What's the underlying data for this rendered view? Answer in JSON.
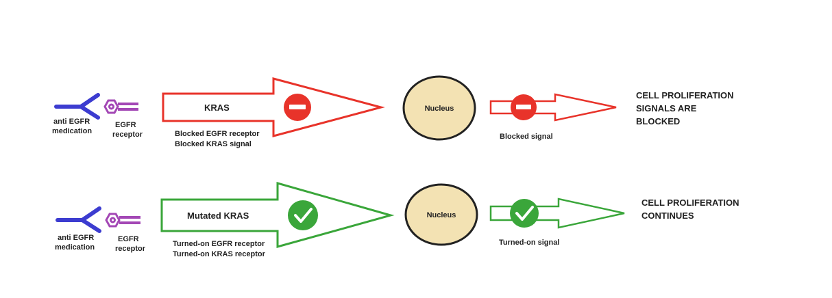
{
  "colors": {
    "blocked": "#e8332a",
    "active": "#3aa63a",
    "antibody": "#3c3cd0",
    "receptor": "#a347b5",
    "nucleus_fill": "#f3e2b3",
    "nucleus_stroke": "#222222"
  },
  "rows": [
    {
      "id": "blocked",
      "medication_label": [
        "anti EGFR",
        "medication"
      ],
      "receptor_label": [
        "EGFR",
        "receptor"
      ],
      "arrow_label": "KRAS",
      "arrow_notes": [
        "Blocked EGFR receptor",
        "Blocked KRAS signal"
      ],
      "arrow_symbol": "minus-icon",
      "nucleus_label": "Nucleus",
      "signal_label": "Blocked signal",
      "signal_symbol": "minus-icon",
      "outcome_lines": [
        "CELL PROLIFERATION",
        "SIGNALS ARE",
        "BLOCKED"
      ]
    },
    {
      "id": "active",
      "medication_label": [
        "anti EGFR",
        "medication"
      ],
      "receptor_label": [
        "EGFR",
        "receptor"
      ],
      "arrow_label": "Mutated KRAS",
      "arrow_notes": [
        "Turned-on EGFR receptor",
        "Turned-on KRAS receptor"
      ],
      "arrow_symbol": "check-icon",
      "nucleus_label": "Nucleus",
      "signal_label": "Turned-on signal",
      "signal_symbol": "check-icon",
      "outcome_lines": [
        "CELL PROLIFERATION",
        "CONTINUES"
      ]
    }
  ]
}
